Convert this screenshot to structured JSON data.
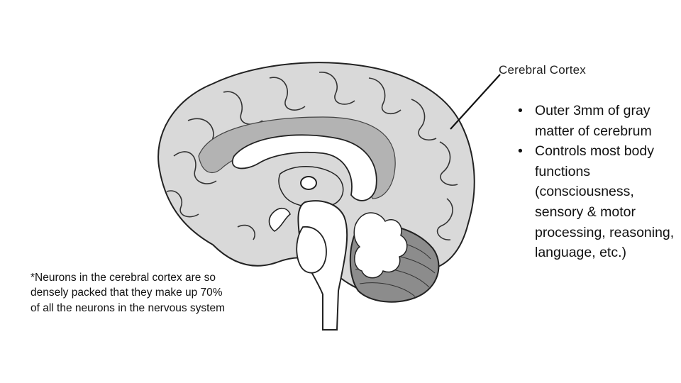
{
  "slide": {
    "label": "Cerebral Cortex",
    "bullets": [
      {
        "marker": "•",
        "text": "Outer 3mm of gray matter of cerebrum"
      },
      {
        "marker": "•",
        "text": "Controls most body functions (consciousness, sensory & motor processing, reasoning, language, etc.)"
      }
    ],
    "footnote": "*Neurons in the cerebral cortex are so densely packed that they make up 70% of all the neurons in the nervous system"
  },
  "colors": {
    "cortex_fill": "#d9d9d9",
    "inner_gray": "#b3b3b3",
    "white_matter": "#ffffff",
    "cerebellum_dark": "#8c8c8c",
    "outline": "#222222"
  }
}
